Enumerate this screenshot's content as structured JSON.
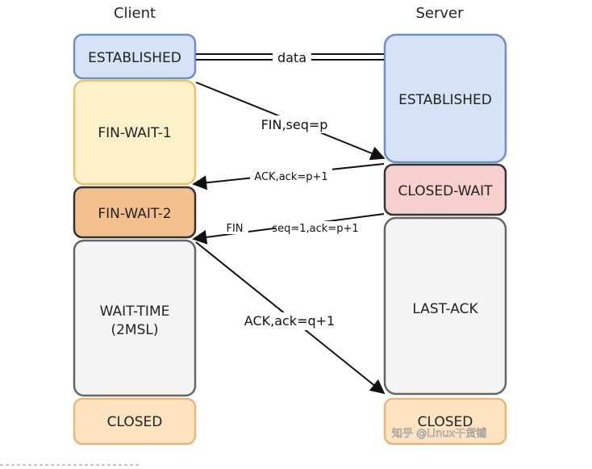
{
  "headers": {
    "client": "Client",
    "server": "Server"
  },
  "client_states": [
    {
      "label": "ESTABLISHED",
      "lines": [
        "ESTABLISHED"
      ],
      "fill": "#d6e2f5",
      "stroke": "#6c8fc4"
    },
    {
      "label": "FIN-WAIT-1",
      "lines": [
        "FIN-WAIT-1"
      ],
      "fill": "#fdf1c9",
      "stroke": "#e6c56a"
    },
    {
      "label": "FIN-WAIT-2",
      "lines": [
        "FIN-WAIT-2"
      ],
      "fill": "#f5c08f",
      "stroke": "#333333"
    },
    {
      "label": "WAIT-TIME (2MSL)",
      "lines": [
        "WAIT-TIME",
        "(2MSL)"
      ],
      "fill": "#f5f5f5",
      "stroke": "#666666"
    },
    {
      "label": "CLOSED",
      "lines": [
        "CLOSED"
      ],
      "fill": "#fce3c2",
      "stroke": "#e6b87a"
    }
  ],
  "server_states": [
    {
      "label": "ESTABLISHED",
      "lines": [
        "ESTABLISHED"
      ],
      "fill": "#d6e2f5",
      "stroke": "#6c8fc4"
    },
    {
      "label": "CLOSED-WAIT",
      "lines": [
        "CLOSED-WAIT"
      ],
      "fill": "#f8cfcf",
      "stroke": "#333333"
    },
    {
      "label": "LAST-ACK",
      "lines": [
        "LAST-ACK"
      ],
      "fill": "#f5f5f5",
      "stroke": "#666666"
    },
    {
      "label": "CLOSED",
      "lines": [
        "CLOSED"
      ],
      "fill": "#fce3c2",
      "stroke": "#e6b87a"
    }
  ],
  "messages": {
    "data": "data",
    "fin1": "FIN,seq=p",
    "ack1": "ACK,ack=p+1",
    "fin2_a": "FIN",
    "fin2_b": "seq=1,ack=p+1",
    "ack2": "ACK,ack=q+1"
  },
  "watermark": "知乎 @Linux干货铺"
}
